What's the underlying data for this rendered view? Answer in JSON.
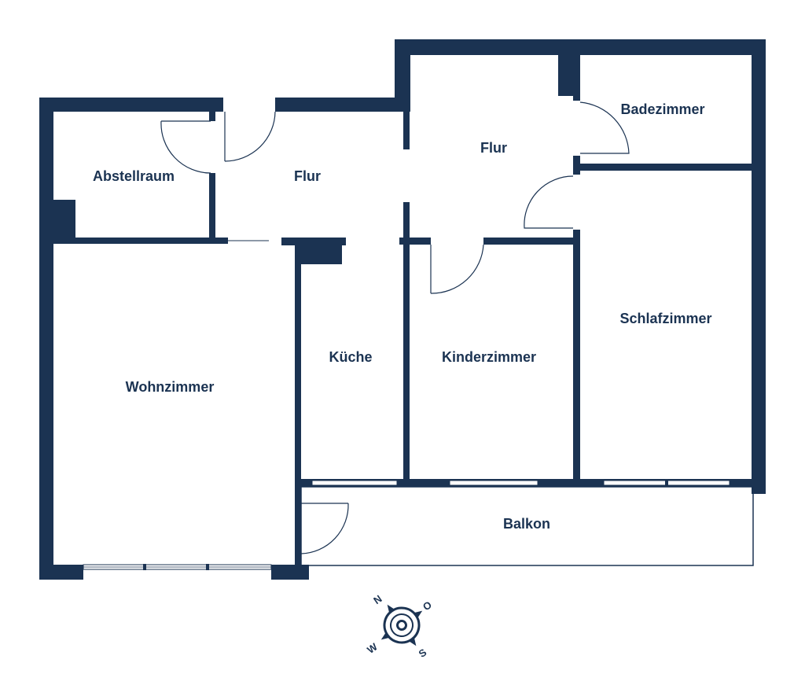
{
  "colors": {
    "wall": "#1b3352",
    "background": "#ffffff"
  },
  "rooms": {
    "abstellraum": "Abstellraum",
    "flur_left": "Flur",
    "flur_right": "Flur",
    "badezimmer": "Badezimmer",
    "schlafzimmer": "Schlafzimmer",
    "wohnzimmer": "Wohnzimmer",
    "kueche": "Küche",
    "kinderzimmer": "Kinderzimmer",
    "balkon": "Balkon"
  },
  "compass": {
    "icon": "compass-rose-icon",
    "n": "N",
    "o": "O",
    "s": "S",
    "w": "W"
  }
}
